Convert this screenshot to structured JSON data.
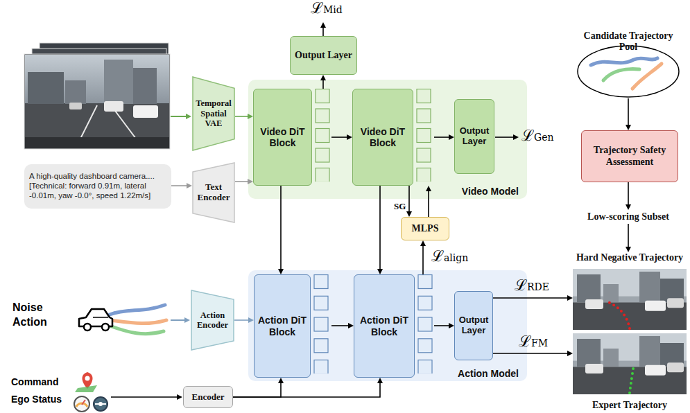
{
  "diagram": {
    "nodes": [
      {
        "text": [
          "Temporal Spatial VAE"
        ]
      },
      {
        "text": [
          "A high-quality dashboard camera.... [Technical: forward 0.91m, lateral -0.01m, yaw -0.0°, speed 1.22m/s]"
        ]
      },
      {
        "text": [
          "Text Encoder"
        ]
      },
      {
        "text": [
          "Output Layer"
        ]
      },
      {
        "text": [
          "Video Model"
        ]
      },
      {
        "text": [
          "Video DiT Block"
        ],
        "in": 4
      },
      {
        "text": [
          "Video DiT Block"
        ],
        "in": 4
      },
      {
        "text": [
          "Output Layer"
        ],
        "in": 4
      },
      {
        "text": [
          "MLPS"
        ]
      },
      {
        "text": [
          "Action Encoder"
        ]
      },
      {
        "text": [
          "Action Model"
        ]
      },
      {
        "text": [
          "Action DiT Block"
        ],
        "in": 10
      },
      {
        "text": [
          "Action DiT Block"
        ],
        "in": 10
      },
      {
        "text": [
          "Output Layer"
        ],
        "in": 10
      },
      {
        "text": [
          "Encoder"
        ]
      },
      {
        "text": [
          "Candidate Trajectory Pool"
        ]
      },
      {
        "text": [
          "Trajectory Safety Assessment"
        ]
      },
      {
        "text": [
          "Low-scoring Subset"
        ]
      },
      {
        "text": [
          "Hard Negative Trajectory"
        ]
      },
      {
        "text": [
          "Expert Trajectory"
        ]
      }
    ],
    "edges": [
      {
        "from": 1,
        "to": 2,
        "arrow": "to"
      },
      {
        "from": 0,
        "to": 5,
        "arrow": "to"
      },
      {
        "from": 2,
        "to": 5,
        "arrow": "to"
      },
      {
        "from": 5,
        "to": 6,
        "arrow": "to"
      },
      {
        "from": 6,
        "to": 7,
        "arrow": "to"
      },
      {
        "from": 5,
        "to": 3,
        "arrow": "to"
      },
      {
        "from": 5,
        "to": 11,
        "arrow": "to"
      },
      {
        "from": 6,
        "to": 12,
        "arrow": "to"
      },
      {
        "from": 6,
        "to": 8,
        "arrow": "to",
        "label": "SG"
      },
      {
        "from": 8,
        "to": 6,
        "arrow": "to"
      },
      {
        "from": 12,
        "to": 8,
        "arrow": "to"
      },
      {
        "from": 9,
        "to": 11,
        "arrow": "to"
      },
      {
        "from": 11,
        "to": 12,
        "arrow": "to"
      },
      {
        "from": 12,
        "to": 13,
        "arrow": "to"
      },
      {
        "from": 13,
        "to": 18,
        "arrow": "to",
        "label": "ℒRDE"
      },
      {
        "from": 13,
        "to": 19,
        "arrow": "to",
        "label": "ℒFM"
      },
      {
        "from": 14,
        "to": 11,
        "arrow": "to"
      },
      {
        "from": 14,
        "to": 12,
        "arrow": "to"
      },
      {
        "from": 15,
        "to": 16,
        "arrow": "to"
      },
      {
        "from": 16,
        "to": 17,
        "arrow": "to"
      },
      {
        "from": 17,
        "to": 18,
        "arrow": "to"
      }
    ],
    "labels": [
      "ℒMid",
      "ℒGen",
      "ℒalign",
      "Noise Action",
      "Command",
      "Ego Status"
    ]
  }
}
